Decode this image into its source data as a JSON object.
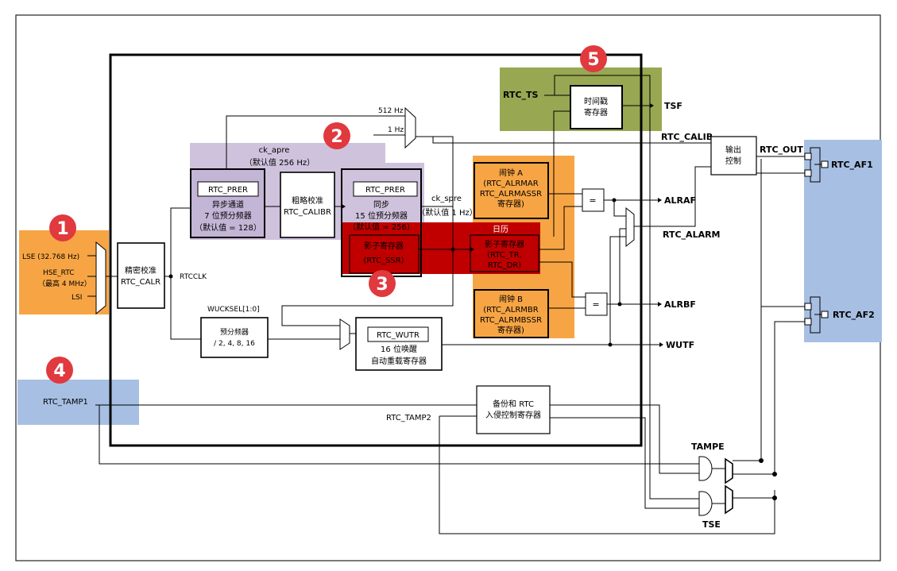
{
  "inputs": {
    "lse": "LSE (32.768 Hz)",
    "hse": "HSE_RTC",
    "hse_note": "（最高 4 MHz）",
    "lsi": "LSI"
  },
  "badges": [
    "1",
    "2",
    "3",
    "4",
    "5"
  ],
  "blocks": {
    "calr": [
      "精密校准",
      "RTC_CALR"
    ],
    "rtcclk": "RTCCLK",
    "ck_apre": [
      "ck_apre",
      "（默认值 256 Hz）"
    ],
    "prer_async_title": "RTC_PRER",
    "prer_async_body": [
      "异步通道",
      "7 位预分频器",
      "（默认值 = 128）"
    ],
    "calibr": [
      "粗略校准",
      "RTC_CALIBR"
    ],
    "prer_sync_title": "RTC_PRER",
    "prer_sync_body": [
      "同步",
      "15 位预分频器",
      "（默认值 = 256）"
    ],
    "ssr": [
      "影子寄存器",
      "(RTC_SSR)"
    ],
    "ck_spre": [
      "ck_spre",
      "（默认值 1 Hz）"
    ],
    "calendar": "日历",
    "shadow_tr_dr": [
      "影子寄存器",
      "(RTC_TR,",
      "RTC_DR)"
    ],
    "alarm_a": [
      "闹钟 A",
      "(RTC_ALRMAR",
      "RTC_ALRMASSR",
      "寄存器)"
    ],
    "alarm_b": [
      "闹钟 B",
      "(RTC_ALRMBR",
      "RTC_ALRMBSSR",
      "寄存器)"
    ],
    "compare": "=",
    "freq_512": "512 Hz",
    "freq_1": "1 Hz",
    "wucksel": "WUCKSEL[1:0]",
    "prescaler": [
      "预分频器",
      "/ 2, 4, 8, 16"
    ],
    "wutr_title": "RTC_WUTR",
    "wutr_body": [
      "16 位唤醒",
      "自动重载寄存器"
    ],
    "rtc_ts": "RTC_TS",
    "timestamp": [
      "时间戳",
      "寄存器"
    ],
    "tsf": "TSF",
    "rtc_calib": "RTC_CALIB",
    "output_ctrl": [
      "输出",
      "控制"
    ],
    "rtc_out": "RTC_OUT",
    "rtc_af1": "RTC_AF1",
    "rtc_af2": "RTC_AF2",
    "alraf": "ALRAF",
    "alrbf": "ALRBF",
    "rtc_alarm": "RTC_ALARM",
    "wutf": "WUTF",
    "rtc_tamp1": "RTC_TAMP1",
    "rtc_tamp2": "RTC_TAMP2",
    "backup": [
      "备份和 RTC",
      "入侵控制寄存器"
    ],
    "tampe": "TAMPE",
    "tse": "TSE"
  },
  "colors": {
    "orange": "#f7a544",
    "purple": "#cfc2dd",
    "red": "#c00000",
    "blue": "#a7bfe3",
    "olive": "#98a752",
    "badge": "#e0393e",
    "prer_fill": "#c3b5d6"
  }
}
